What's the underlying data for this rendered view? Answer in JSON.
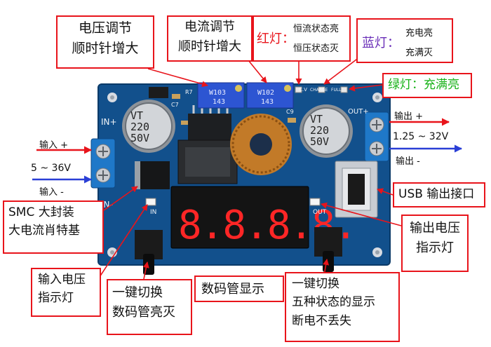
{
  "colors": {
    "callout_border": "#e8141b",
    "pcb": "#12508c",
    "arrow_red": "#e8141b",
    "arrow_blue": "#2a3fd6",
    "led_digit": "#ff2626"
  },
  "callouts": {
    "voltage_adjust": [
      "电压调节",
      "顺时针增大"
    ],
    "current_adjust": [
      "电流调节",
      "顺时针增大"
    ],
    "red_led_title": "红灯：",
    "red_led_lines": [
      "恒流状态亮",
      "恒压状态灭"
    ],
    "blue_led_title": "蓝灯：",
    "blue_led_lines": [
      "充电亮",
      "充满灭"
    ],
    "green_led": "绿灯：充满亮",
    "usb_output": "USB 输出接口",
    "output_indicator": [
      "输出电压",
      "指示灯"
    ],
    "smc_diode": [
      "SMC 大封装",
      "大电流肖特基"
    ],
    "input_indicator": [
      "输入电压",
      "指示灯"
    ],
    "display_toggle": [
      "一键切换",
      "数码管亮灭"
    ],
    "display": "数码管显示",
    "mode_switch": [
      "一键切换",
      "五种状态的显示",
      "断电不丢失"
    ]
  },
  "terminals": {
    "input_plus": "输入 +",
    "input_range": "5 ~ 36V",
    "input_minus": "输入 -",
    "output_plus": "输出 +",
    "output_range": "1.25 ~ 32V",
    "output_minus": "输出 -"
  },
  "board": {
    "pot1_code": "W103",
    "pot2_code": "W102",
    "pot_sub": "143",
    "cap_text": [
      "VT",
      "220",
      "50V"
    ],
    "silk_in_plus": "IN+",
    "silk_in_minus": "IN-",
    "silk_out_plus": "OUT+",
    "silk_in": "IN",
    "silk_out": "OUT",
    "silk_cv": "C.V",
    "silk_charge": "CHARGE",
    "silk_full": "FULL",
    "silk_r7": "R7",
    "silk_c7": "C7",
    "silk_c9": "C9",
    "display_digits": "8.8.8.8."
  }
}
